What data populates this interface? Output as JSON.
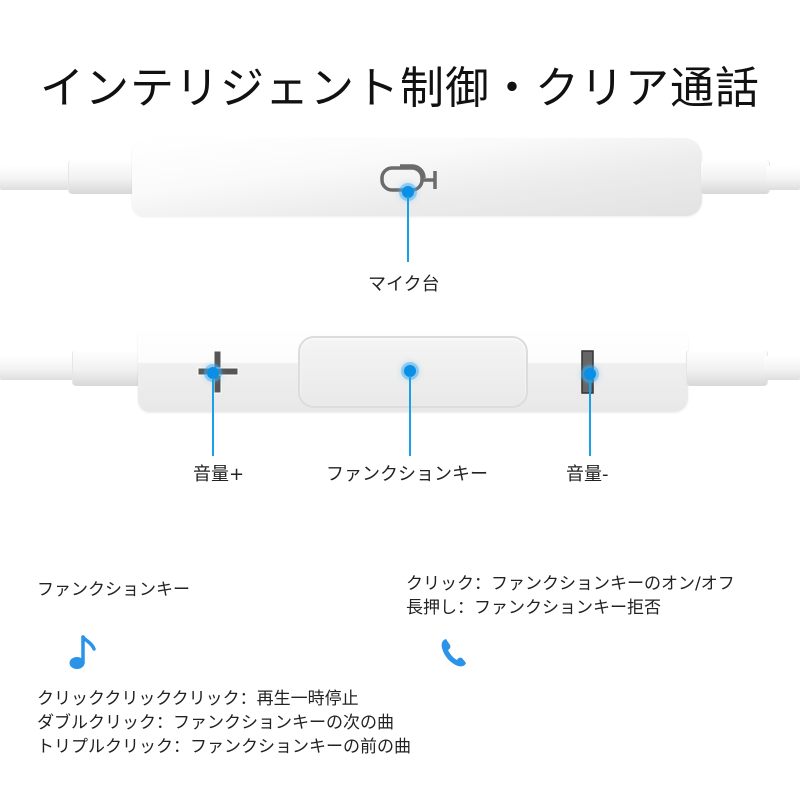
{
  "title": "インテリジェント制御・クリア通話",
  "top_remote": {
    "mic_label": "マイク台",
    "mic_icon": "microphone-icon"
  },
  "bottom_remote": {
    "volume_up_label": "音量+",
    "function_key_label": "ファンクションキー",
    "volume_down_label": "音量-",
    "volume_up_icon": "plus-icon",
    "volume_down_icon": "minus-icon"
  },
  "music_section": {
    "heading": "ファンクションキー",
    "icon": "music-note-icon",
    "lines": [
      "クリッククリッククリック：再生一時停止",
      "ダブルクリック：ファンクションキーの次の曲",
      "トリプルクリック：ファンクションキーの前の曲"
    ]
  },
  "call_section": {
    "icon": "phone-icon",
    "lines": [
      "クリック：ファンクションキーのオン/オフ",
      "長押し：ファンクションキー拒否"
    ]
  },
  "colors": {
    "accent": "#1aa0e6",
    "icon_blue": "#2b93e8",
    "text": "#222222"
  }
}
